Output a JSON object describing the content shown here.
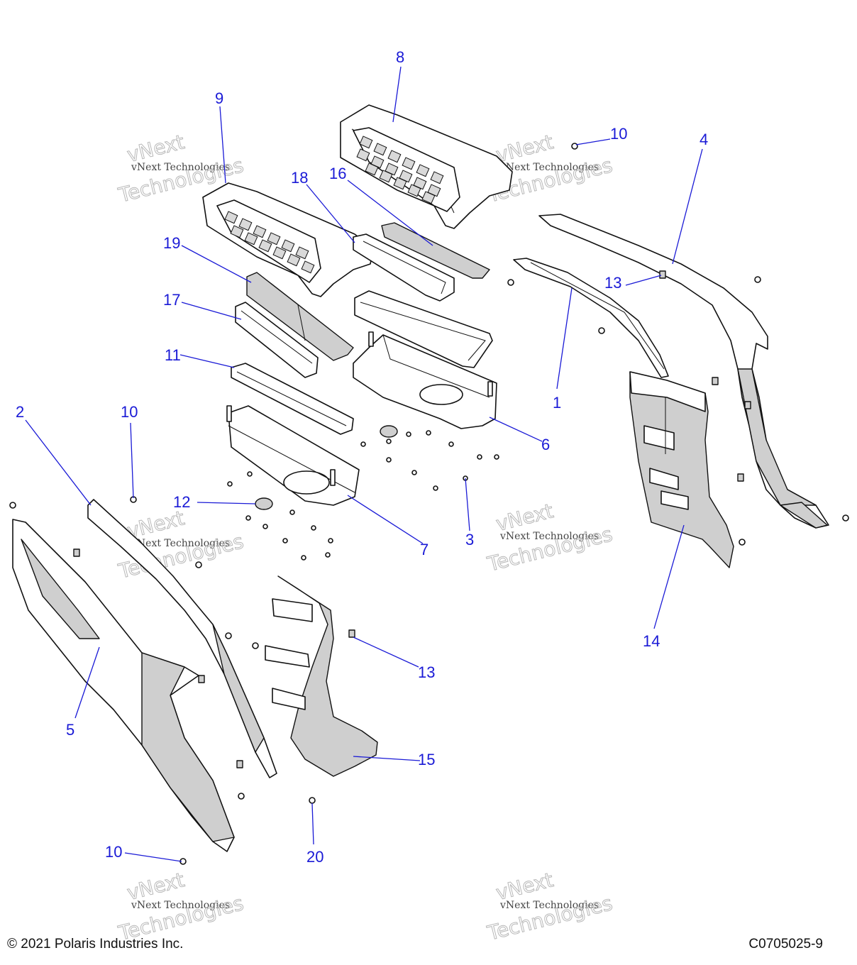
{
  "callouts": [
    {
      "id": "c1",
      "label": "1"
    },
    {
      "id": "c2",
      "label": "2"
    },
    {
      "id": "c3",
      "label": "3"
    },
    {
      "id": "c4",
      "label": "4"
    },
    {
      "id": "c5",
      "label": "5"
    },
    {
      "id": "c6",
      "label": "6"
    },
    {
      "id": "c7",
      "label": "7"
    },
    {
      "id": "c8",
      "label": "8"
    },
    {
      "id": "c9",
      "label": "9"
    },
    {
      "id": "c10a",
      "label": "10"
    },
    {
      "id": "c10b",
      "label": "10"
    },
    {
      "id": "c10c",
      "label": "10"
    },
    {
      "id": "c11",
      "label": "11"
    },
    {
      "id": "c12",
      "label": "12"
    },
    {
      "id": "c13a",
      "label": "13"
    },
    {
      "id": "c13b",
      "label": "13"
    },
    {
      "id": "c14",
      "label": "14"
    },
    {
      "id": "c15",
      "label": "15"
    },
    {
      "id": "c16",
      "label": "16"
    },
    {
      "id": "c17",
      "label": "17"
    },
    {
      "id": "c18",
      "label": "18"
    },
    {
      "id": "c19",
      "label": "19"
    },
    {
      "id": "c20",
      "label": "20"
    }
  ],
  "watermark": {
    "line_small": "vNext Technologies",
    "line_big_1": "vNext",
    "line_big_2": "Technologies"
  },
  "footer": {
    "copyright": "© 2021 Polaris Industries Inc.",
    "figure_code": "C0705025-9"
  }
}
